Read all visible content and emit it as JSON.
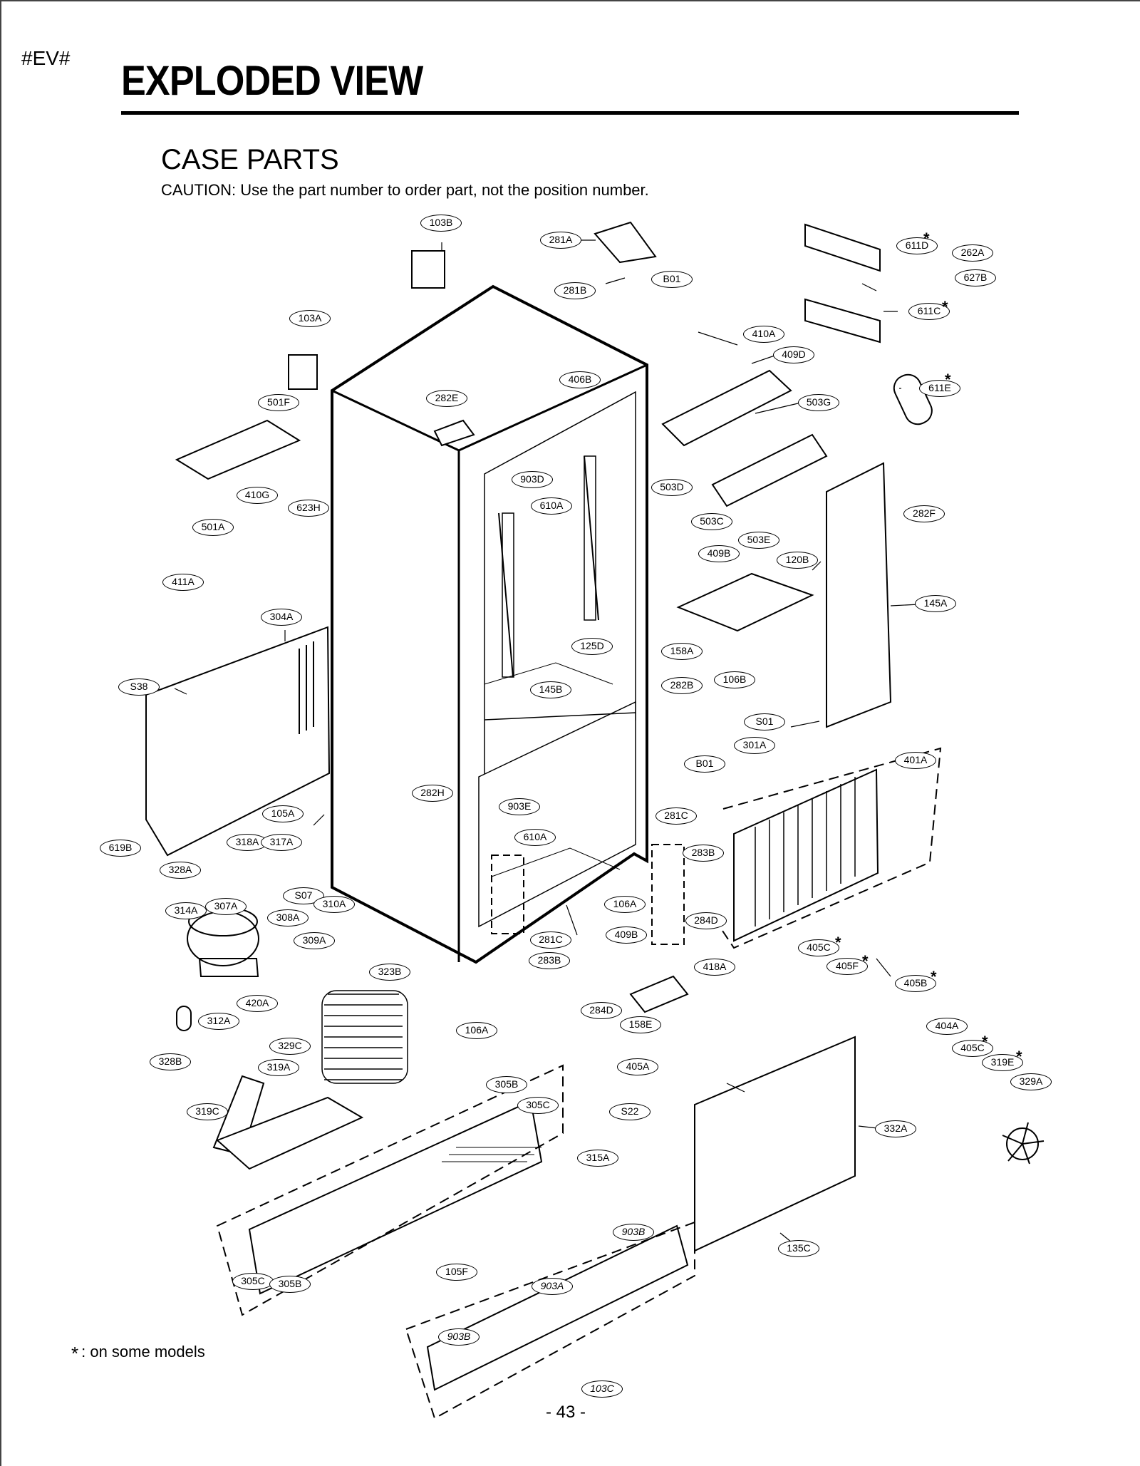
{
  "header": {
    "tag": "#EV#",
    "title": "EXPLODED VIEW",
    "section": "CASE PARTS",
    "caution": "CAUTION: Use the part number to order part, not the position number."
  },
  "footnote": {
    "symbol": "*",
    "text": ": on some models"
  },
  "page_number": "- 43 -",
  "callouts": {
    "103B": "103B",
    "281A": "281A",
    "B01": "B01",
    "281B": "281B",
    "611D": "611D",
    "262A": "262A",
    "627B": "627B",
    "611C": "611C",
    "103A": "103A",
    "410A": "410A",
    "409D": "409D",
    "406B": "406B",
    "611E": "611E",
    "282E": "282E",
    "501F": "501F",
    "503G": "503G",
    "903D": "903D",
    "610A": "610A",
    "503D": "503D",
    "410G": "410G",
    "623H": "623H",
    "503C": "503C",
    "282F": "282F",
    "501A": "501A",
    "503E": "503E",
    "409B": "409B",
    "120B": "120B",
    "411A": "411A",
    "304A": "304A",
    "145A": "145A",
    "125D": "125D",
    "158A": "158A",
    "S38": "S38",
    "145B": "145B",
    "282B": "282B",
    "106B": "106B",
    "S01": "S01",
    "301A": "301A",
    "B01_2": "B01",
    "401A": "401A",
    "282H": "282H",
    "903E": "903E",
    "105A": "105A",
    "281C": "281C",
    "610A_2": "610A",
    "619B": "619B",
    "318A": "318A",
    "317A": "317A",
    "283B": "283B",
    "328A": "328A",
    "S07": "S07",
    "310A": "310A",
    "106A": "106A",
    "314A": "314A",
    "307A": "307A",
    "308A": "308A",
    "284D": "284D",
    "309A": "309A",
    "281C_2": "281C",
    "409B_2": "409B",
    "405C": "405C",
    "405F": "405F",
    "283B_2": "283B",
    "418A": "418A",
    "323B": "323B",
    "405B": "405B",
    "420A": "420A",
    "284D_2": "284D",
    "312A": "312A",
    "106A_2": "106A",
    "158E": "158E",
    "404A": "404A",
    "329C": "329C",
    "405C_2": "405C",
    "328B": "328B",
    "319A": "319A",
    "405A": "405A",
    "319E": "319E",
    "329A": "329A",
    "305B": "305B",
    "319C": "319C",
    "305C": "305C",
    "S22": "S22",
    "332A": "332A",
    "315A": "315A",
    "903B": "903B",
    "135C": "135C",
    "105F": "105F",
    "903A": "903A",
    "305C_2": "305C",
    "305B_2": "305B",
    "903B_2": "903B",
    "103C": "103C"
  }
}
